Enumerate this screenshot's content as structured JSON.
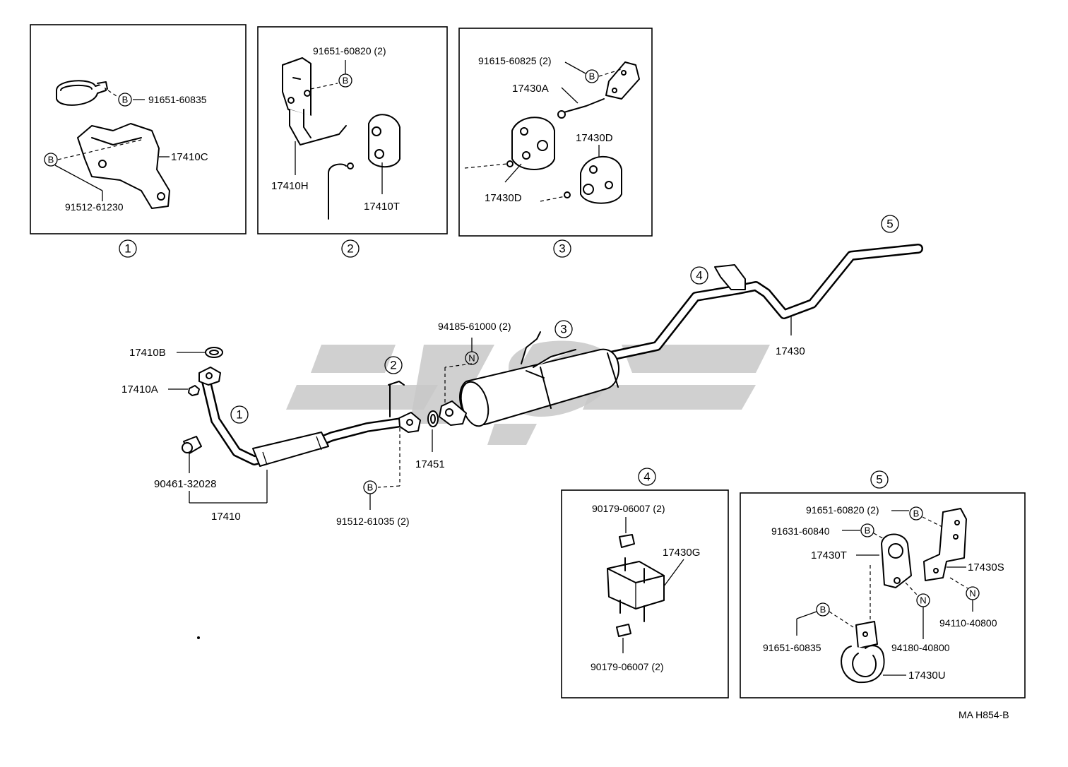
{
  "detail_markers": {
    "d1": "1",
    "d2": "2",
    "d3": "3",
    "d4": "4",
    "d5": "5"
  },
  "letters": {
    "bolt": "B",
    "nut": "N"
  },
  "box1": {
    "label_91651_60835": "91651-60835",
    "label_17410C": "17410C",
    "label_91512_61230": "91512-61230"
  },
  "box2": {
    "label_91651_60820": "91651-60820 (2)",
    "label_17410H": "17410H",
    "label_17410T": "17410T"
  },
  "box3": {
    "label_91615_60825": "91615-60825 (2)",
    "label_17430A": "17430A",
    "label_17430D_right": "17430D",
    "label_17430D_left": "17430D"
  },
  "main": {
    "label_17410B": "17410B",
    "label_17410A": "17410A",
    "label_90461_32028": "90461-32028",
    "label_17410": "17410",
    "label_91512_61035": "91512-61035 (2)",
    "label_17451": "17451",
    "label_94185_61000": "94185-61000 (2)",
    "label_17430": "17430"
  },
  "box4": {
    "label_90179_06007_top": "90179-06007 (2)",
    "label_17430G": "17430G",
    "label_90179_06007_bottom": "90179-06007 (2)"
  },
  "box5": {
    "label_91651_60820": "91651-60820 (2)",
    "label_91631_60840": "91631-60840",
    "label_17430T": "17430T",
    "label_17430S": "17430S",
    "label_91651_60835": "91651-60835",
    "label_94180_40800": "94180-40800",
    "label_94110_40800": "94110-40800",
    "label_17430U": "17430U"
  },
  "figure_code": "MA H854-B",
  "colors": {
    "ink": "#000000",
    "watermark": "#c8c8c8",
    "background": "#ffffff"
  }
}
